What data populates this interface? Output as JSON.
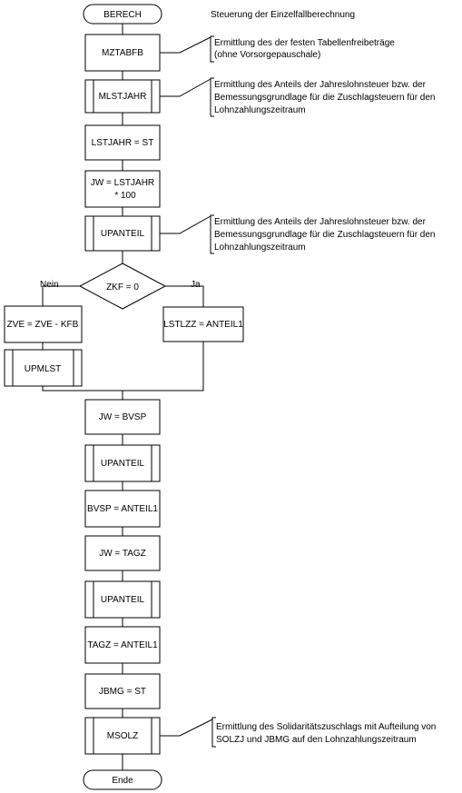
{
  "title": "Steuerung der Einzelfallberechnung",
  "start": "BERECH",
  "end": "Ende",
  "nodes": {
    "mztabfb": "MZTABFB",
    "mlstjahr": "MLSTJAHR",
    "lstjahr_st": "LSTJAHR = ST",
    "jw_lstjahr_1": "JW = LSTJAHR",
    "jw_lstjahr_2": "* 100",
    "upanteil_1": "UPANTEIL",
    "zkf": "ZKF = 0",
    "zve_kfb": "ZVE = ZVE -  KFB",
    "upmlst": "UPMLST",
    "lstlzz": "LSTLZZ = ANTEIL1",
    "jw_bvsp": "JW = BVSP",
    "upanteil_2": "UPANTEIL",
    "bvsp_anteil": "BVSP = ANTEIL1",
    "jw_tagz": "JW = TAGZ",
    "upanteil_3": "UPANTEIL",
    "tagz_anteil": "TAGZ = ANTEIL1",
    "jbmg_st": "JBMG = ST",
    "msolz": "MSOLZ"
  },
  "branches": {
    "no": "Nein",
    "yes": "Ja"
  },
  "annotations": {
    "a1": [
      "Ermittlung des der festen Tabellenfreibeträge",
      "(ohne Vorsorgepauschale)"
    ],
    "a2": [
      "Ermittlung des Anteils der Jahreslohnsteuer bzw. der",
      "Bemessungsgrundlage für die Zuschlagsteuern für den",
      "Lohnzahlungszeitraum"
    ],
    "a3": [
      "Ermittlung des Anteils der Jahreslohnsteuer bzw. der",
      "Bemessungsgrundlage für die Zuschlagsteuern für den",
      "Lohnzahlungszeitraum"
    ],
    "a4": [
      "Ermittlung des Solidaritätszuschlags mit Aufteilung von",
      "SOLZJ und JBMG auf den Lohnzahlungszeitraum"
    ]
  }
}
